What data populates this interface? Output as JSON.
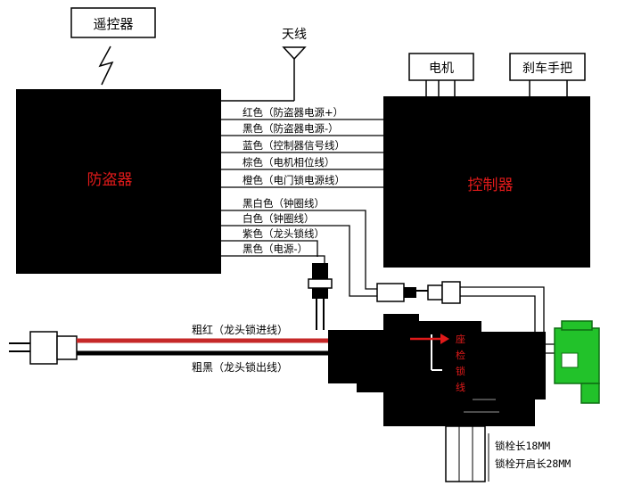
{
  "labels": {
    "remote": "遥控器",
    "antenna": "天线",
    "motor": "电机",
    "brake": "刹车手把",
    "alarm": "防盗器",
    "controller": "控制器",
    "thick_red": "粗红（龙头锁进线）",
    "thick_black": "粗黑（龙头锁出线）",
    "seat_lock": [
      "座",
      "检",
      "锁",
      "线"
    ],
    "bolt_length": "锁栓长18MM",
    "bolt_open_length": "锁栓开启长28MM"
  },
  "wires": [
    "红色（防盗器电源+）",
    "黑色（防盗器电源-）",
    "蓝色（控制器信号线）",
    "棕色（电机相位线）",
    "橙色（电门锁电源线）",
    "黑白色（钟圈线）",
    "白色（钟圈线）",
    "紫色（龙头锁线）",
    "黑色（电源-）"
  ],
  "colors": {
    "box": "#000000",
    "box_label": "#e01a1a",
    "thick_red_wire": "#c62828",
    "lock_connector": "#22c22a",
    "arrow": "#e01a1a"
  }
}
